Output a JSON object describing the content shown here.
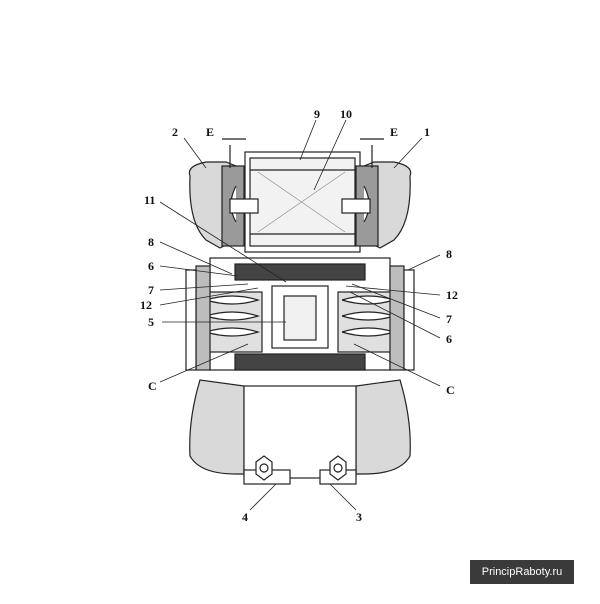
{
  "diagram": {
    "labels": {
      "l1": "1",
      "l2": "2",
      "l3": "3",
      "l4": "4",
      "l5": "5",
      "l6_left": "6",
      "l6_right": "6",
      "l7_left": "7",
      "l7_right": "7",
      "l8_left": "8",
      "l8_right": "8",
      "l9": "9",
      "l10": "10",
      "l11": "11",
      "l12_left": "12",
      "l12_right": "12",
      "c_left": "C",
      "c_right": "C",
      "e_left": "E",
      "e_right": "E"
    }
  },
  "watermark": {
    "text": "PrincipRaboty.ru"
  },
  "colors": {
    "line": "#222222",
    "light_fill": "#d9d9d9",
    "mid_fill": "#9a9a9a",
    "dark_fill": "#444444"
  }
}
